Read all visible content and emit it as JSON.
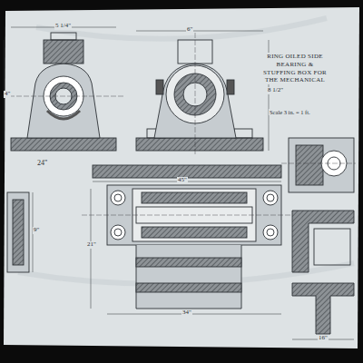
{
  "diagram": {
    "title": "RING OILED SIDE BEARING & STUFFING BOX FOR THE MECHANICAL",
    "labels": [
      "5 1/4\"",
      "6\"",
      "4\"",
      "24\"",
      "45\"",
      "8 1/2\"",
      "34\"",
      "21\"",
      "16\"",
      "9\"",
      "Scale 3 in. = 1 ft."
    ]
  }
}
